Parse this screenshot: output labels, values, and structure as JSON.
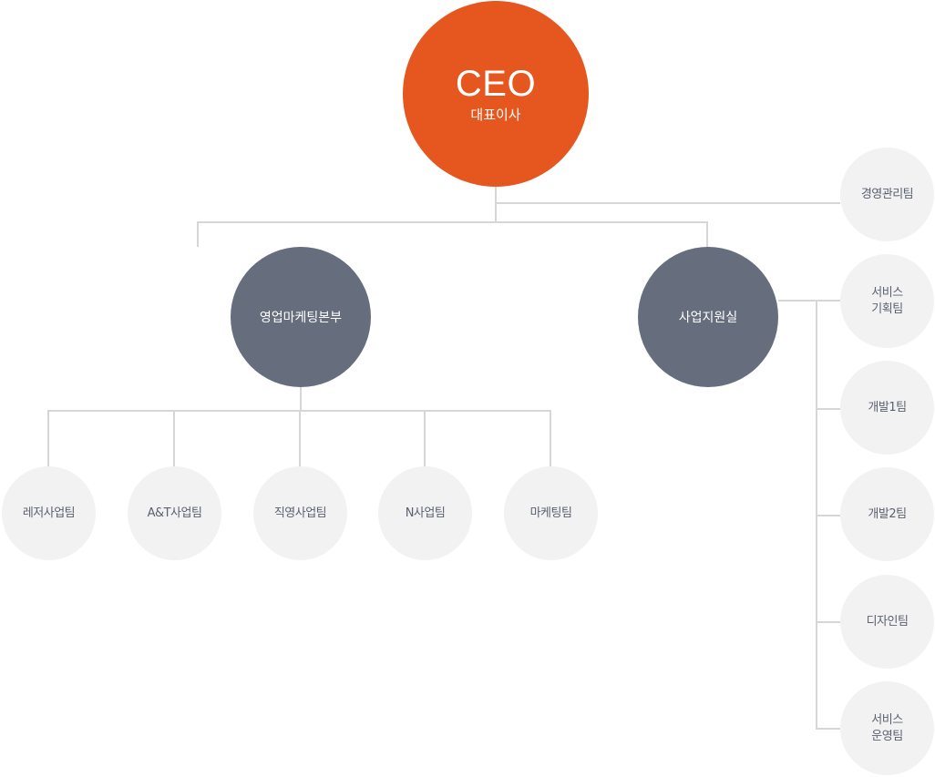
{
  "colors": {
    "ceo": "#e6561f",
    "division": "#666d7c",
    "team": "#f2f2f3",
    "team_text": "#5b6170",
    "line": "#d6d6d9"
  },
  "ceo": {
    "title": "CEO",
    "subtitle": "대표이사"
  },
  "staff_team": {
    "label": "경영관리팀"
  },
  "divisions": {
    "sales": {
      "label": "영업마케팅본부",
      "teams": [
        "레저사업팀",
        "A&T사업팀",
        "직영사업팀",
        "N사업팀",
        "마케팅팀"
      ]
    },
    "support": {
      "label": "사업지원실",
      "teams": [
        [
          "서비스",
          "기획팀"
        ],
        [
          "개발1팀"
        ],
        [
          "개발2팀"
        ],
        [
          "디자인팀"
        ],
        [
          "서비스",
          "운영팀"
        ]
      ]
    }
  }
}
